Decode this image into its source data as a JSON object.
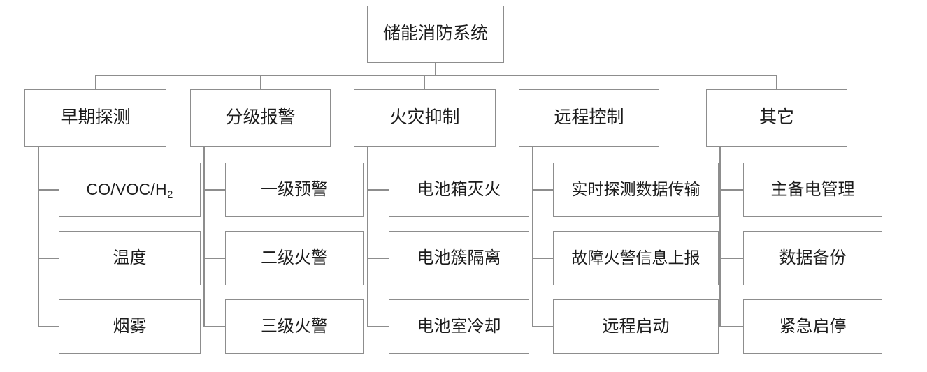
{
  "diagram": {
    "type": "org-tree",
    "title": "储能消防系统",
    "root": {
      "label": "储能消防系统"
    },
    "branches": [
      {
        "label": "早期探测",
        "children": [
          {
            "label": "CO/VOC/H",
            "subscript": "2",
            "is_formula": true
          },
          {
            "label": "温度"
          },
          {
            "label": "烟雾"
          }
        ]
      },
      {
        "label": "分级报警",
        "children": [
          {
            "label": "一级预警"
          },
          {
            "label": "二级火警"
          },
          {
            "label": "三级火警"
          }
        ]
      },
      {
        "label": "火灾抑制",
        "children": [
          {
            "label": "电池箱灭火"
          },
          {
            "label": "电池簇隔离"
          },
          {
            "label": "电池室冷却"
          }
        ]
      },
      {
        "label": "远程控制",
        "children": [
          {
            "label": "实时探测数据传输"
          },
          {
            "label": "故障火警信息上报"
          },
          {
            "label": "远程启动"
          }
        ]
      },
      {
        "label": "其它",
        "children": [
          {
            "label": "主备电管理"
          },
          {
            "label": "数据备份"
          },
          {
            "label": "紧急启停"
          }
        ]
      }
    ],
    "style": {
      "line_color": "#8d8d8d",
      "text_color": "#1c1c1c",
      "background": "#ffffff"
    }
  }
}
